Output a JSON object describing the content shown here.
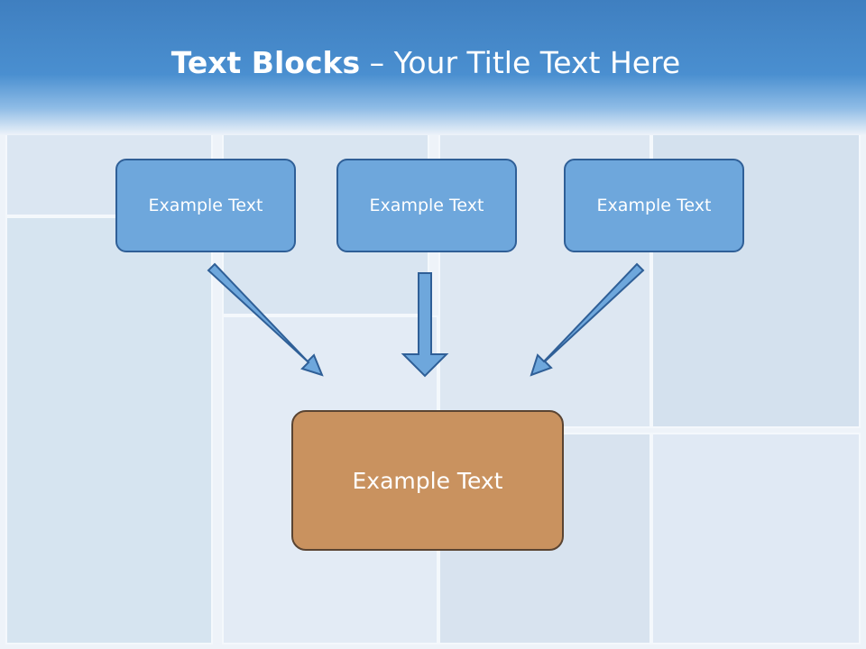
{
  "slide": {
    "title_bold": "Text Blocks",
    "title_rest": "– Your Title Text Here",
    "top_boxes": [
      "Example Text",
      "Example Text",
      "Example Text"
    ],
    "main_box": "Example Text"
  },
  "colors": {
    "header": "#4a8fd0",
    "box_blue": "#6ea7dc",
    "box_orange": "#c9925f",
    "arrow": "#6ea7dc"
  }
}
